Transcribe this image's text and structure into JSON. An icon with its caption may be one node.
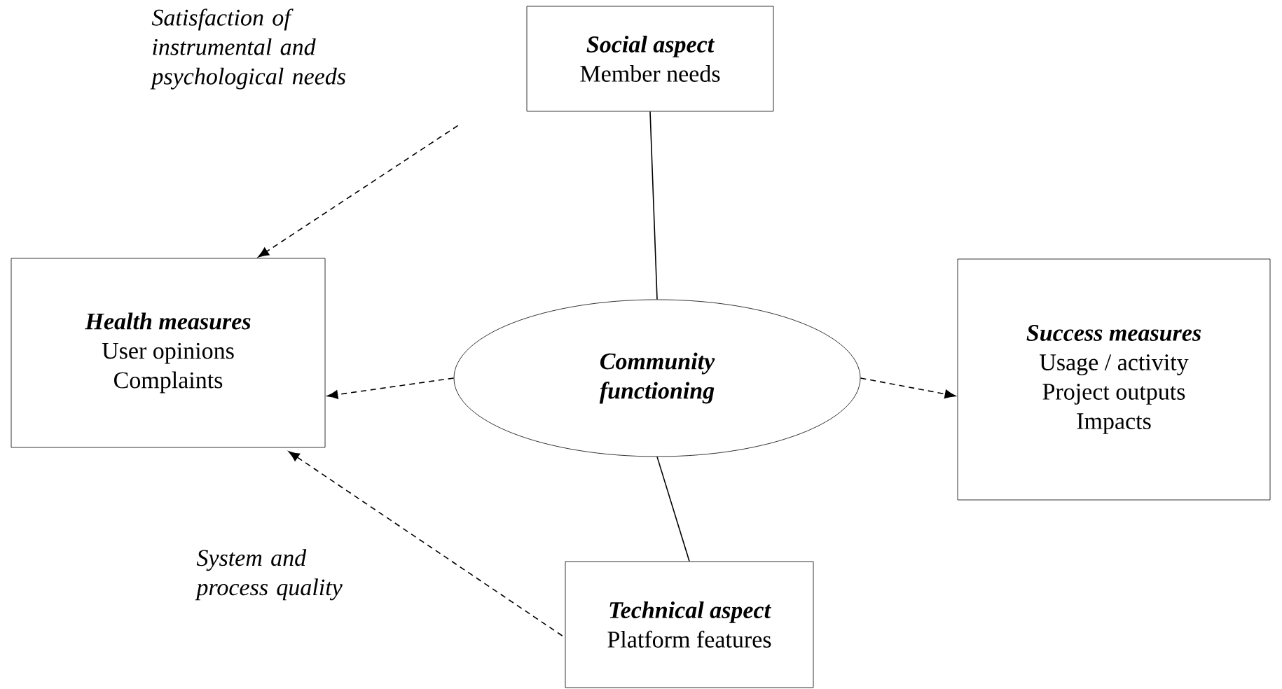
{
  "diagram": {
    "nodes": [
      {
        "text": [
          "Social aspect",
          "Member needs"
        ]
      },
      {
        "text": [
          "Health measures",
          "User opinions",
          "Complaints"
        ]
      },
      {
        "text": [
          "Community functioning"
        ]
      },
      {
        "text": [
          "Success measures",
          "Usage / activity",
          "Project outputs",
          "Impacts"
        ]
      },
      {
        "text": [
          "Technical aspect",
          "Platform features"
        ]
      }
    ],
    "edges": [
      {
        "from": 0,
        "to": 2,
        "arrow": "none"
      },
      {
        "from": 4,
        "to": 2,
        "arrow": "none"
      },
      {
        "from": 2,
        "to": 1,
        "arrow": "to",
        "style": "dashed"
      },
      {
        "from": 2,
        "to": 3,
        "arrow": "to",
        "style": "dashed"
      },
      {
        "from": 0,
        "to": 1,
        "arrow": "to",
        "style": "dashed",
        "label": "Satisfaction of instrumental and psychological needs"
      },
      {
        "from": 4,
        "to": 1,
        "arrow": "to",
        "style": "dashed",
        "label": "System and process quality"
      }
    ]
  }
}
